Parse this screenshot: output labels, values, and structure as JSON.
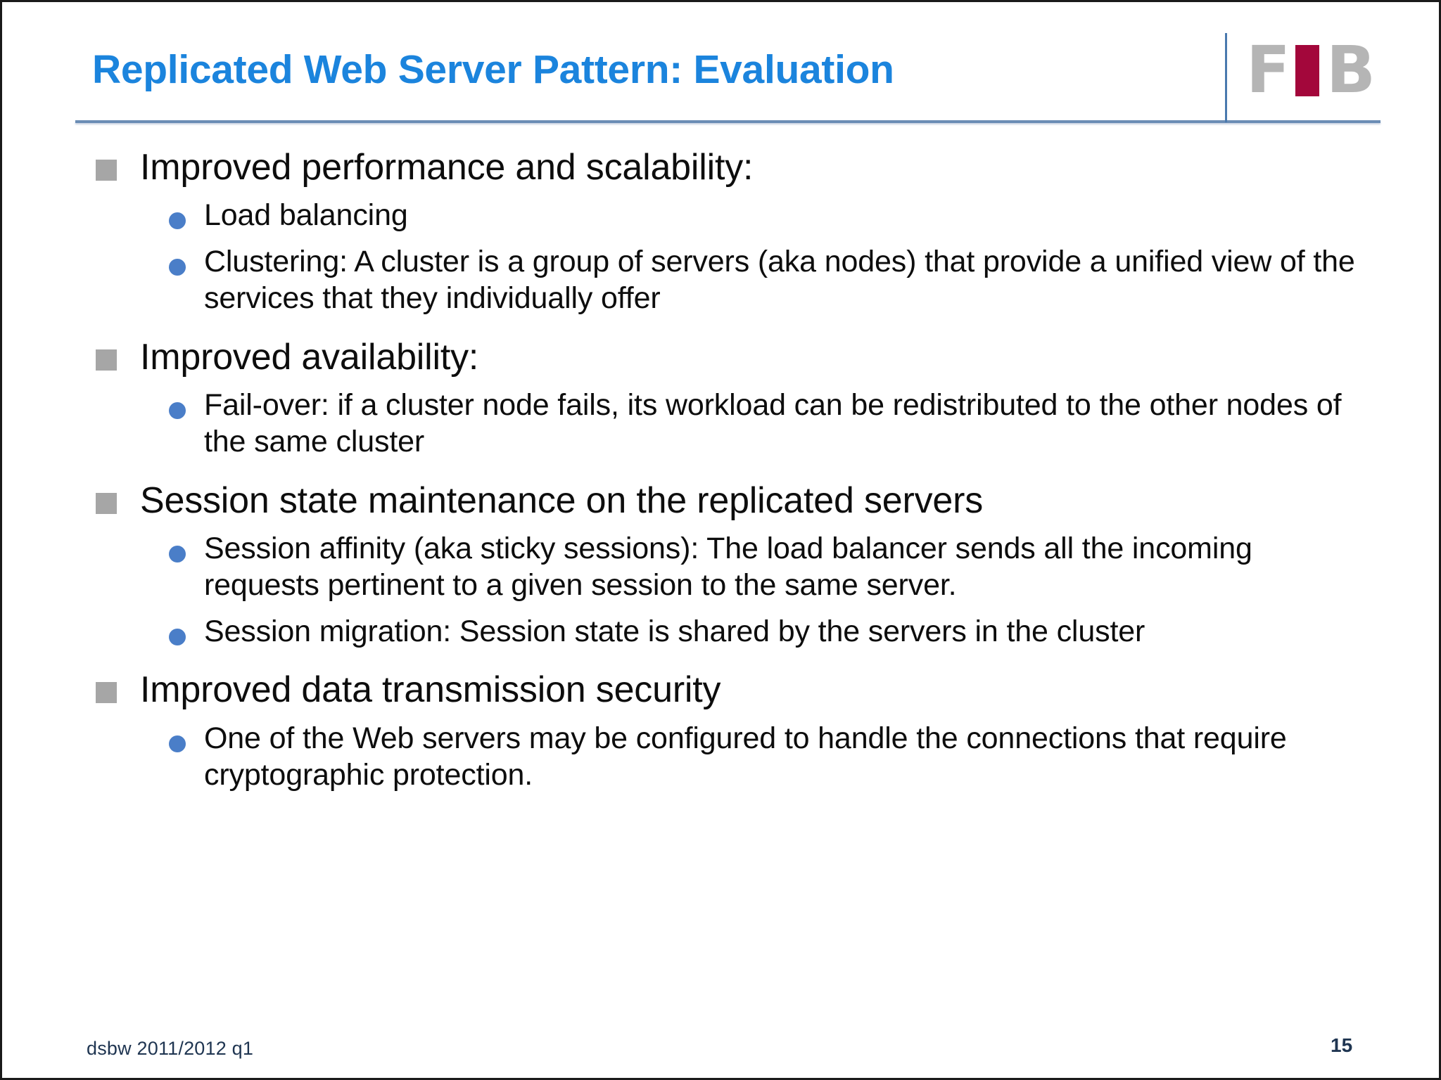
{
  "slide": {
    "title": "Replicated Web Server Pattern: Evaluation",
    "logo": {
      "letter_f": "F",
      "letter_i": "I",
      "letter_b": "B",
      "gray": "#b5b5b5",
      "crimson": "#a3073b"
    },
    "accent_title_color": "#1b84dd",
    "rule_color": "#6b8db5",
    "level1_marker_color": "#a6a6a6",
    "level2_marker_color": "#4a7ec8",
    "content": [
      {
        "heading": "Improved performance and scalability:",
        "items": [
          "Load balancing",
          "Clustering: A cluster is a group of servers (aka nodes) that provide a unified view of the services that they individually offer"
        ]
      },
      {
        "heading": "Improved availability:",
        "items": [
          "Fail-over: if a cluster node fails, its workload can be redistributed to the other nodes of the same cluster"
        ]
      },
      {
        "heading": "Session state maintenance on the replicated servers",
        "items": [
          "Session affinity (aka sticky sessions): The load balancer sends all the incoming requests pertinent to a given session to the same server.",
          "Session migration: Session state is shared by the servers in the cluster"
        ]
      },
      {
        "heading": "Improved data transmission security",
        "items": [
          "One of the Web servers may be configured to handle the connections that require cryptographic protection."
        ]
      }
    ],
    "footer": {
      "note": "dsbw  2011/2012 q1",
      "page": "15"
    }
  }
}
